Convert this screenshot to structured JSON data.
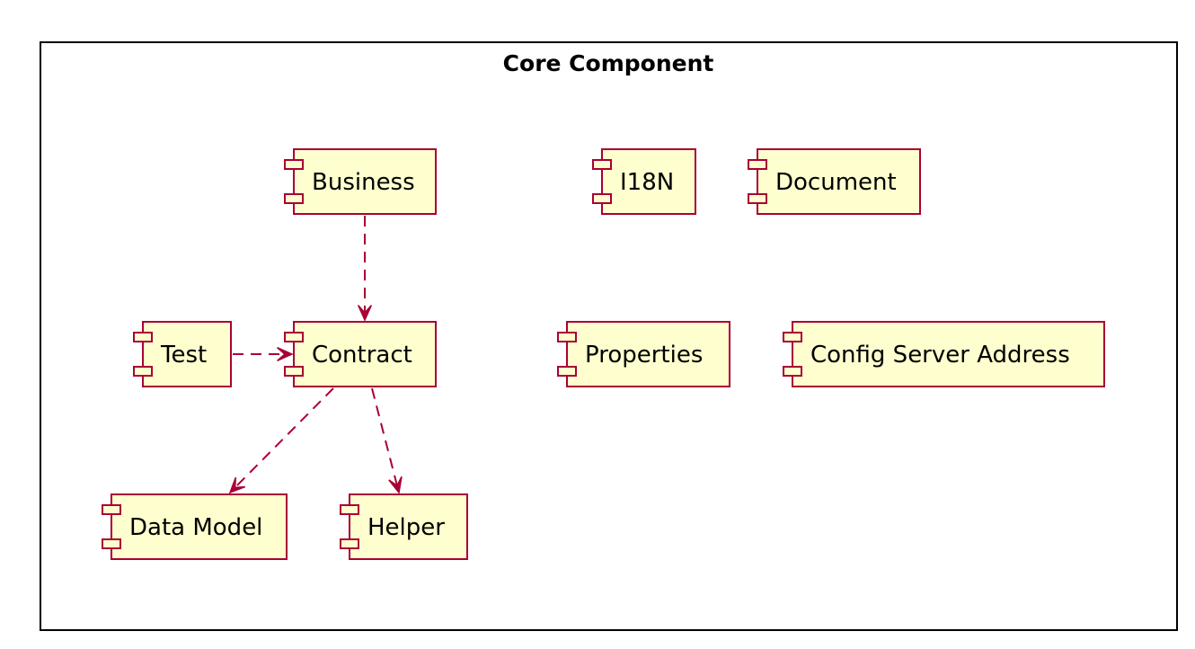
{
  "package": {
    "title": "Core Component"
  },
  "components": [
    {
      "id": "business",
      "label": "Business"
    },
    {
      "id": "i18n",
      "label": "I18N"
    },
    {
      "id": "document",
      "label": "Document"
    },
    {
      "id": "test",
      "label": "Test"
    },
    {
      "id": "contract",
      "label": "Contract"
    },
    {
      "id": "properties",
      "label": "Properties"
    },
    {
      "id": "config_server_address",
      "label": "Config Server Address"
    },
    {
      "id": "data_model",
      "label": "Data Model"
    },
    {
      "id": "helper",
      "label": "Helper"
    }
  ],
  "dependencies": [
    {
      "from": "business",
      "to": "contract"
    },
    {
      "from": "test",
      "to": "contract"
    },
    {
      "from": "contract",
      "to": "data_model"
    },
    {
      "from": "contract",
      "to": "helper"
    }
  ],
  "colors": {
    "component_fill": "#FEFECE",
    "component_border": "#A80036",
    "arrow": "#A80036",
    "frame": "#000000"
  }
}
